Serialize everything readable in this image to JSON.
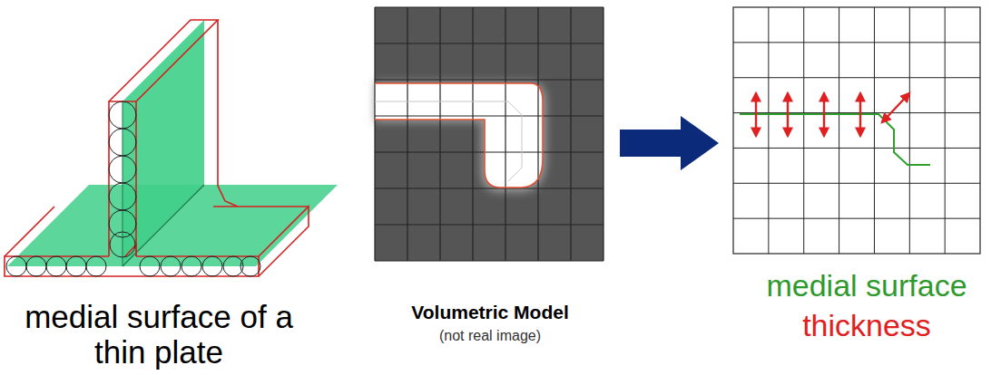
{
  "diagram": {
    "labels": [
      "medial surface of a thin plate",
      "Volumetric Model",
      "(not real image)",
      "medial surface",
      "thickness"
    ]
  }
}
